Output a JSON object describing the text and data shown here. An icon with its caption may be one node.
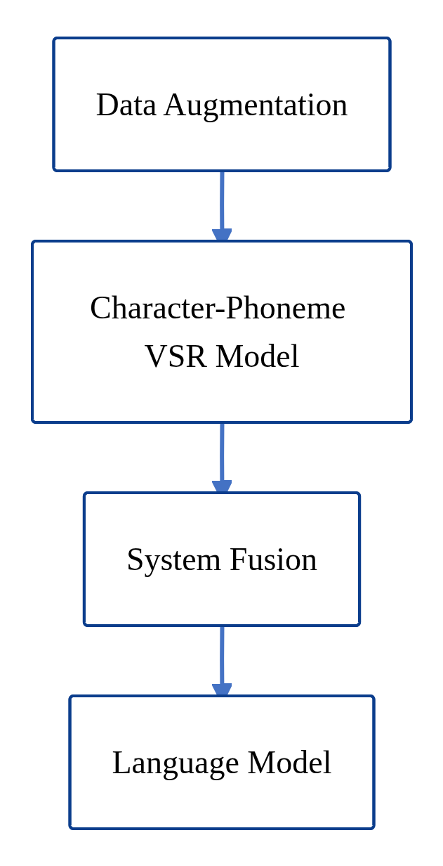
{
  "diagram": {
    "nodes": [
      {
        "text": [
          "Data Augmentation"
        ]
      },
      {
        "text": [
          "Character-Phoneme VSR Model"
        ]
      },
      {
        "text": [
          "System Fusion"
        ]
      },
      {
        "text": [
          "Language Model"
        ]
      }
    ],
    "edges": [
      {
        "from": 0,
        "to": 1,
        "arrow": "to"
      },
      {
        "from": 1,
        "to": 2,
        "arrow": "to"
      },
      {
        "from": 2,
        "to": 3,
        "arrow": "to"
      }
    ]
  }
}
